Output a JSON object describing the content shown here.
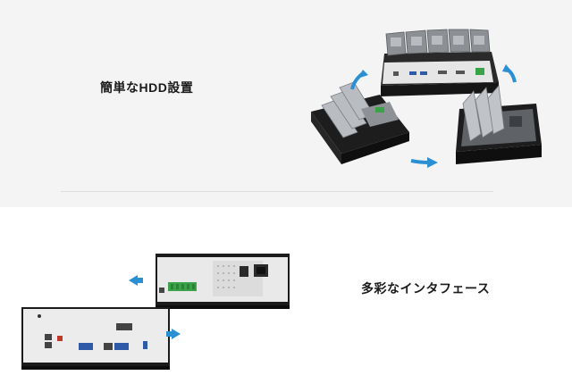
{
  "features": [
    {
      "title": "簡単なHDD設置",
      "image": "nvr-hdd-installation-illustration"
    },
    {
      "title": "多彩なインタフェース",
      "image": "nvr-rear-panel-interfaces-illustration"
    }
  ],
  "colors": {
    "top_background": "#f4f4f4",
    "bottom_background": "#ffffff",
    "device_black": "#1b1b1b",
    "panel_silver": "#e9e9e9",
    "arrow_blue": "#2b8fd4",
    "terminal_green": "#3aa34a"
  },
  "icons": [
    "rotate-arrow-icon",
    "left-arrow-icon",
    "right-arrow-icon"
  ]
}
